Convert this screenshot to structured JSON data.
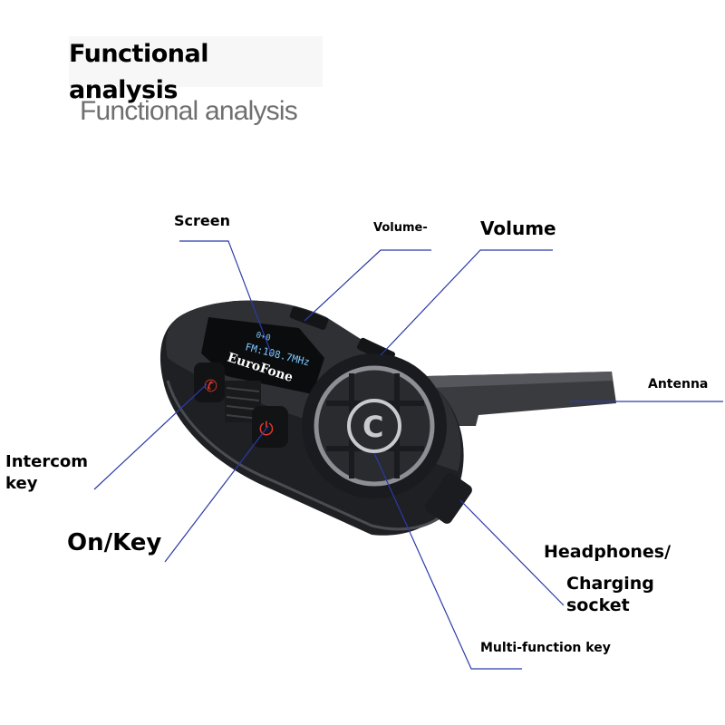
{
  "header": {
    "title": "Functional analysis",
    "subtitle": "Functional analysis"
  },
  "device": {
    "brand": "EuroFone",
    "display_text": "FM:108.7MHz",
    "display_top": "0+0"
  },
  "labels": {
    "screen": "Screen",
    "volume_minus": "Volume-",
    "volume": "Volume",
    "antenna": "Antenna",
    "intercom": "Intercom key",
    "on_key": "On/Key",
    "headphones": "Headphones/",
    "charging": "Charging socket",
    "multi_function": "Multi-function key"
  },
  "colors": {
    "leader_line": "#2b3aa6",
    "device_body": "#2a2b2e",
    "screen_text": "#7ecbff",
    "red_key": "#e0382c"
  }
}
